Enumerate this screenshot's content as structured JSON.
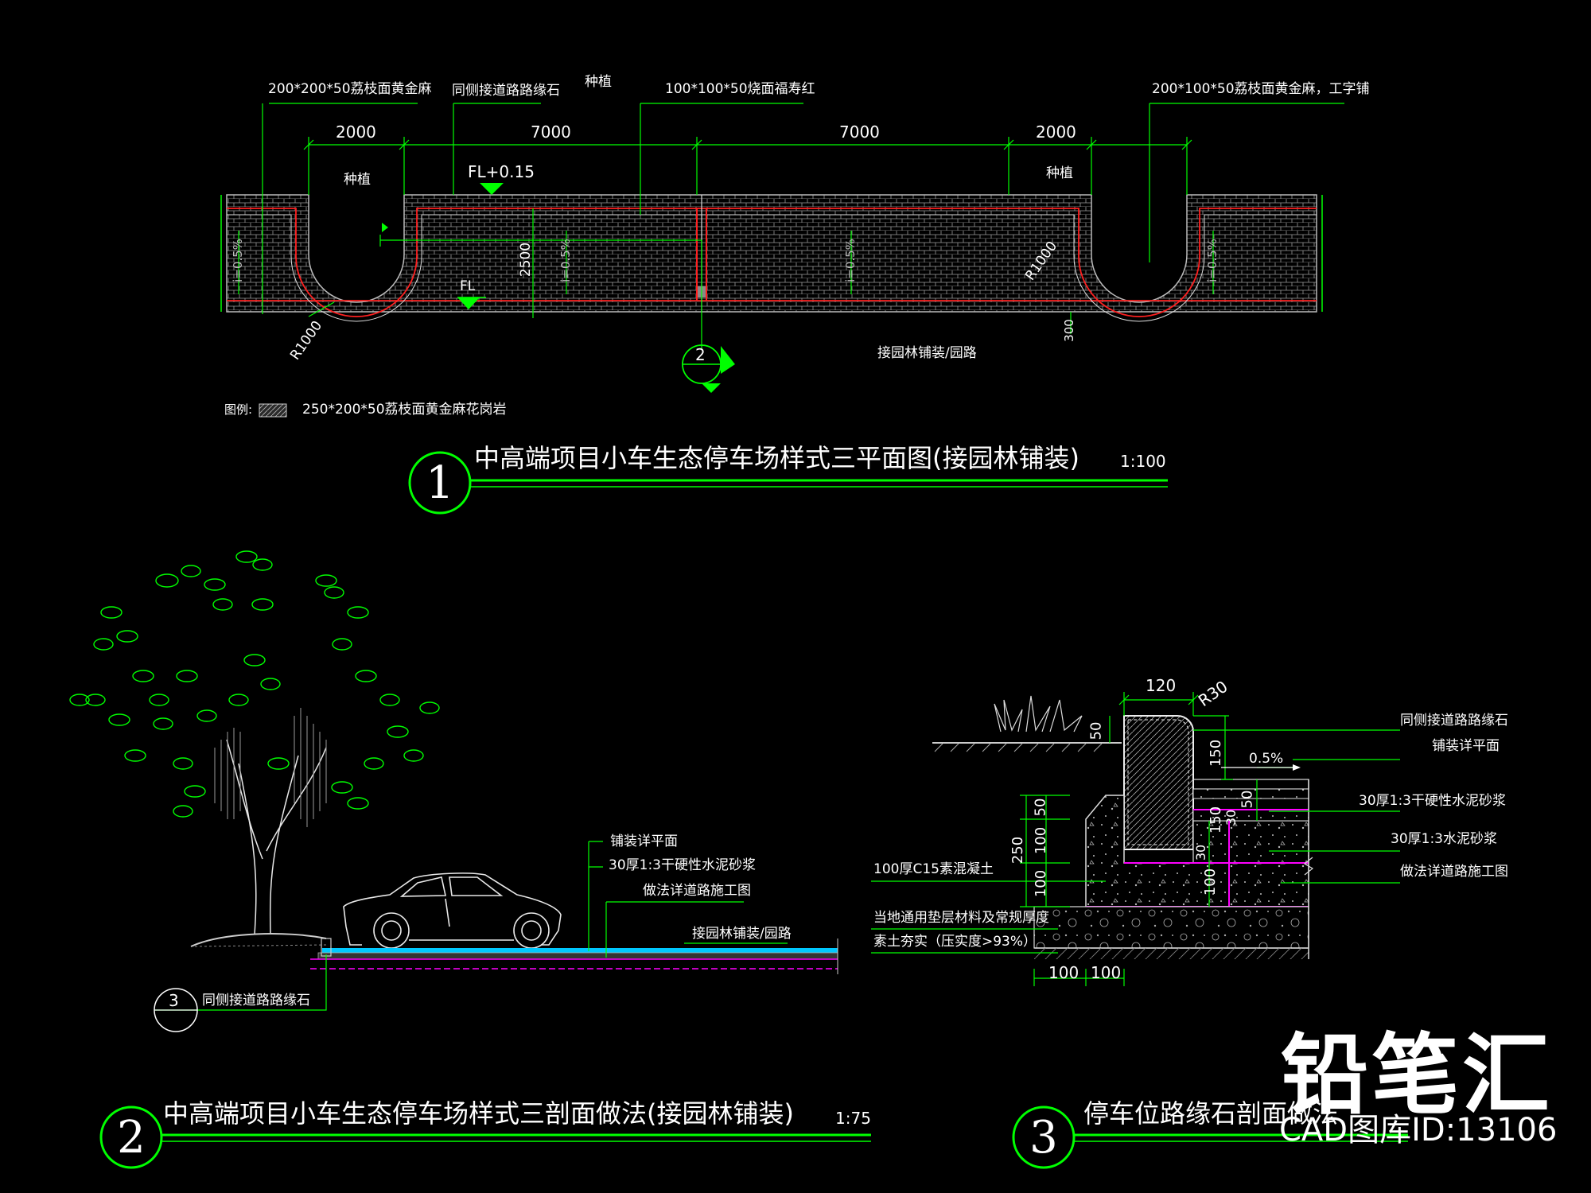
{
  "plan": {
    "title": "中高端项目小车生态停车场样式三平面图(接园林铺装)",
    "scale": "1:100",
    "number": "1",
    "callouts": {
      "c1": "200*200*50荔枝面黄金麻",
      "c2": "同侧接道路路缘石",
      "c3": "种植",
      "c4": "100*100*50烧面福寿红",
      "c5": "200*100*50荔枝面黄金麻，工字铺",
      "plant_left": "种植",
      "plant_right": "种植"
    },
    "dims": {
      "d1": "2000",
      "d2": "7000",
      "d3": "7000",
      "d4": "2000",
      "depth": "2500",
      "r_left": "R1000",
      "r_right": "R1000",
      "d300": "300"
    },
    "levels": {
      "fl": "FL+0.15",
      "fl2": "FL"
    },
    "slopes": {
      "s1": "i=0.5%",
      "s2": "i=0.5%",
      "s3": "i=0.5%",
      "s4": "i=0.5%"
    },
    "bottom_note": "接园林铺装/园路",
    "section_marker": "2",
    "legend_label": "图例:",
    "legend_text": "250*200*50荔枝面黄金麻花岗岩"
  },
  "section": {
    "title": "中高端项目小车生态停车场样式三剖面做法(接园林铺装)",
    "scale": "1:75",
    "number": "2",
    "notes": {
      "n1": "铺装详平面",
      "n2": "30厚1:3干硬性水泥砂浆",
      "n3": "做法详道路施工图",
      "n4": "接园林铺装/园路"
    },
    "curb_marker": "3",
    "curb_note": "同侧接道路路缘石"
  },
  "detail": {
    "title": "停车位路缘石剖面做法",
    "number": "3",
    "dims": {
      "w120": "120",
      "r30": "R30",
      "d50": "50",
      "d150": "150",
      "d50b": "50",
      "d100": "100",
      "d100b": "100",
      "d250": "250",
      "d150b": "150",
      "d30": "30",
      "d30b": "30",
      "d50c": "50",
      "d100c": "100",
      "b100a": "100",
      "b100b": "100",
      "slope": "0.5%"
    },
    "notes": {
      "r1": "同侧接道路路缘石",
      "r2": "铺装详平面",
      "r3": "30厚1:3干硬性水泥砂浆",
      "r4": "30厚1:3水泥砂浆",
      "r5": "做法详道路施工图",
      "l1": "100厚C15素混凝土",
      "l2": "当地通用垫层材料及常规厚度",
      "l3": "素土夯实（压实度>93%）"
    }
  },
  "brand": {
    "logo": "铅笔汇",
    "caption": "CAD图库ID:13106"
  },
  "colors": {
    "green": "#00ff00",
    "red": "#ff2020",
    "magenta": "#ff00ff",
    "cyan": "#00c8ff",
    "white": "#ffffff",
    "grey": "#808080"
  }
}
